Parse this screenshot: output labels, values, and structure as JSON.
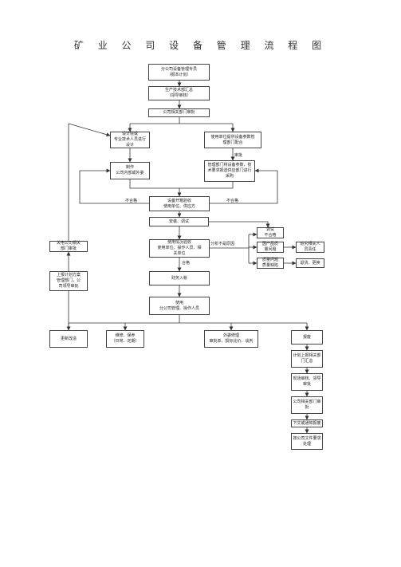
{
  "title": "矿 业 公 司 设 备 管 理 流 程 图",
  "nodes": {
    "plan_proposal": "分公司设备管理专员\n（报本计划）",
    "production_summary": "生产技术部汇总\n（领导审核）",
    "company_review": "公司相关部门审批",
    "design_selection": "设计院或\n专业技术人员进行\n设计",
    "user_dept_coord": "使用单位提供设备参数管\n理部门配合",
    "fabrication": "制作\n公司内部或外委",
    "procurement": "管理部门将设备参数、技\n术要求报送供应部门进行\n采购",
    "arrival_acceptance": "设备开箱验收\n使用单位、供应方",
    "install_debug": "安装、调试",
    "debug_fail": "调试\n不合格",
    "post_debug_accept": "使用情况验收\n使用单位、操作人员、相\n关单位",
    "report_company": "关电公司相关\n部门审批",
    "upper_plan": "上报计划方案\n管理部门，公\n司领导审批",
    "supplier_resp": "因产品质\n量问题",
    "quality_issue": "质量问题\n质量缺陷",
    "pursue_supplier": "追究相关人\n员责任",
    "return_replace": "退货、更换",
    "finance": "财务入帐",
    "usage": "使用\n分公司管理、操作人员",
    "retrofit": "更新改造",
    "maintenance": "维修、保养\n（日常、定期）",
    "outsource_repair": "外委修理\n审批单、损标比价、谈判",
    "scrap": "报废",
    "scrap_plan": "计划上报相关部\n门汇总",
    "scrap_review": "现场审核、领导\n审批",
    "scrap_dept_approval": "公司相关部门审\n批",
    "scrap_notice": "下文或通知报废",
    "scrap_record": "按公司文件要求\n处理"
  },
  "labels": {
    "approve": "审批",
    "fail_left": "不合格",
    "fail_right": "不合格",
    "analyze_cause": "分析不是原因",
    "pass": "合格"
  }
}
